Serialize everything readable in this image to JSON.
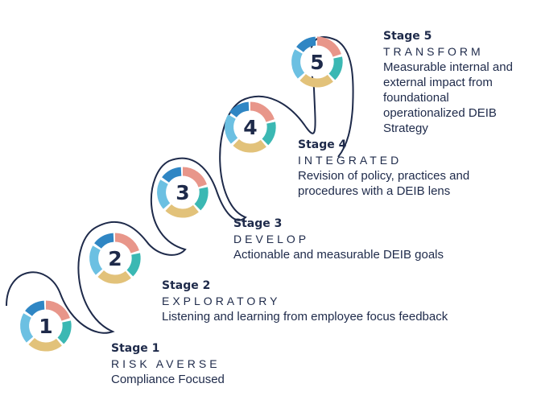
{
  "stages": [
    {
      "number": "1",
      "title": "Stage 1",
      "name": "RISK AVERSE",
      "description": "Compliance Focused"
    },
    {
      "number": "2",
      "title": "Stage 2",
      "name": "EXPLORATORY",
      "description": "Listening and learning from employee focus feedback"
    },
    {
      "number": "3",
      "title": "Stage 3",
      "name": "DEVELOP",
      "description": "Actionable and measurable DEIB goals"
    },
    {
      "number": "4",
      "title": "Stage 4",
      "name": "INTEGRATED",
      "description": "Revision of policy, practices and procedures with a DEIB lens"
    },
    {
      "number": "5",
      "title": "Stage 5",
      "name": "TRANSFORM",
      "description": "Measurable internal and external impact from foundational operationalized DEIB Strategy"
    }
  ],
  "colors": {
    "navy": "#1e2a4a",
    "coral": "#e8968a",
    "teal": "#3bb8b3",
    "sand": "#e2c27a",
    "sky": "#6cc0e2",
    "blue": "#2f86c4"
  }
}
